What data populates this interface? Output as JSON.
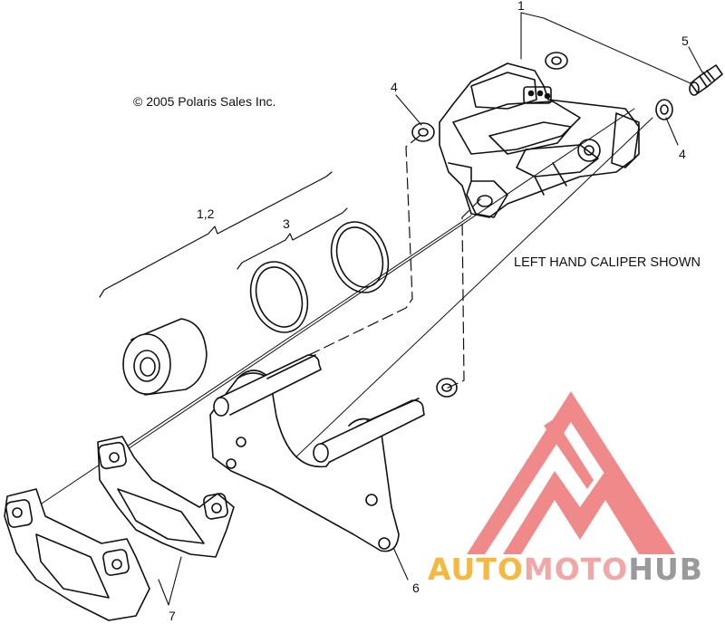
{
  "copyright": "© 2005 Polaris Sales Inc.",
  "caption": "LEFT HAND CALIPER SHOWN",
  "callouts": {
    "c1": "1",
    "c5": "5",
    "c4a": "4",
    "c4b": "4",
    "c12": "1,2",
    "c3": "3",
    "c6": "6",
    "c7": "7"
  },
  "watermark": {
    "auto": "AUTO",
    "moto": "MOTO",
    "hub": "HUB",
    "colors": {
      "auto": "#f5b942",
      "moto": "#f2a7a7",
      "hub": "#9a9a9a",
      "logo": "#f08a8a"
    }
  }
}
